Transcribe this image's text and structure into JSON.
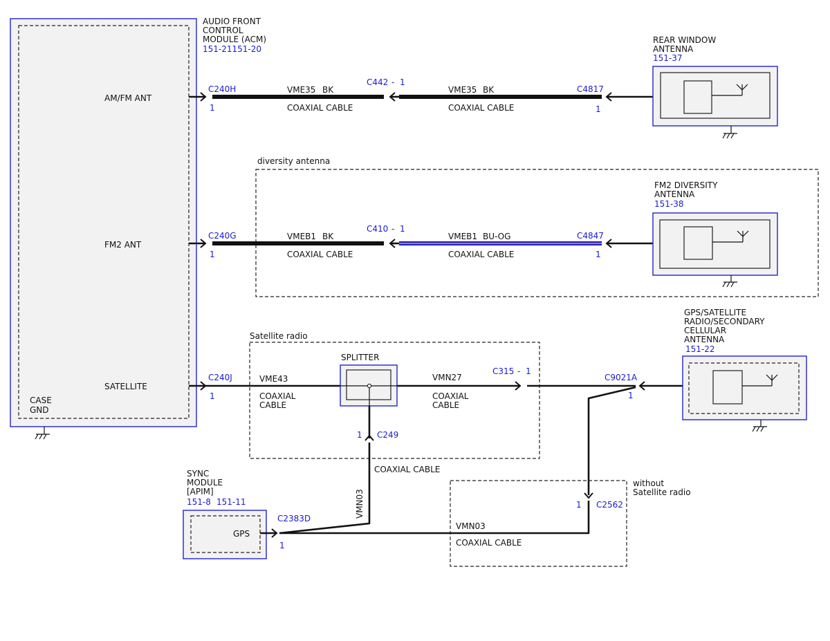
{
  "colors": {
    "blue": "#1a1ad4",
    "wire": "#111111",
    "bu_og_blue": "#1a1acc",
    "bu_og_orange": "#f0a040"
  },
  "acm": {
    "name_lines": [
      "AUDIO FRONT",
      "CONTROL",
      "MODULE (ACM)"
    ],
    "ref": "151-21151-20",
    "pins": {
      "amfm": "AM/FM ANT",
      "fm2": "FM2 ANT",
      "sat": "SATELLITE"
    },
    "case_gnd": [
      "CASE",
      "GND"
    ]
  },
  "row1": {
    "c1": "C240H",
    "c1_pin": "1",
    "w1_name": "VME35",
    "w1_color": "BK",
    "w1_type": "COAXIAL CABLE",
    "inline": "C442",
    "inline_pin": "1",
    "w2_name": "VME35",
    "w2_color": "BK",
    "w2_type": "COAXIAL CABLE",
    "c2": "C4817",
    "c2_pin": "1"
  },
  "rear_antenna": {
    "name_lines": [
      "REAR WINDOW",
      "ANTENNA"
    ],
    "ref": "151-37"
  },
  "diversity_group": {
    "label": "diversity antenna"
  },
  "row2": {
    "c1": "C240G",
    "c1_pin": "1",
    "w1_name": "VMEB1",
    "w1_color": "BK",
    "w1_type": "COAXIAL CABLE",
    "inline": "C410",
    "inline_pin": "1",
    "w2_name": "VMEB1",
    "w2_color": "BU-OG",
    "w2_type": "COAXIAL CABLE",
    "c2": "C4847",
    "c2_pin": "1"
  },
  "fm2_antenna": {
    "name_lines": [
      "FM2 DIVERSITY",
      "ANTENNA"
    ],
    "ref": "151-38"
  },
  "satellite_group": {
    "label": "Satellite radio"
  },
  "row3": {
    "c1": "C240J",
    "c1_pin": "1",
    "w1_name": "VME43",
    "w1_type_lines": [
      "COAXIAL",
      "CABLE"
    ],
    "splitter": "SPLITTER",
    "w2_name": "VMN27",
    "w2_type_lines": [
      "COAXIAL",
      "CABLE"
    ],
    "inline": "C315",
    "inline_pin": "1",
    "c2": "C9021A",
    "c2_pin": "1",
    "c249": "C249",
    "c249_pin": "1"
  },
  "gps_antenna": {
    "name_lines": [
      "GPS/SATELLITE",
      "RADIO/SECONDARY",
      "CELLULAR",
      "ANTENNA"
    ],
    "ref": "151-22"
  },
  "sync": {
    "name_lines": [
      "SYNC",
      "MODULE",
      "[APIM]"
    ],
    "ref1": "151-8",
    "ref2": "151-11",
    "pin": "GPS",
    "conn": "C2383D",
    "conn_pin": "1",
    "vert_wire": "VMN03",
    "vert_type": "COAXIAL CABLE"
  },
  "no_sat_group": {
    "label_lines": [
      "without",
      "Satellite radio"
    ],
    "c2562": "C2562",
    "c2562_pin": "1",
    "w_name": "VMN03",
    "w_type": "COAXIAL CABLE"
  }
}
